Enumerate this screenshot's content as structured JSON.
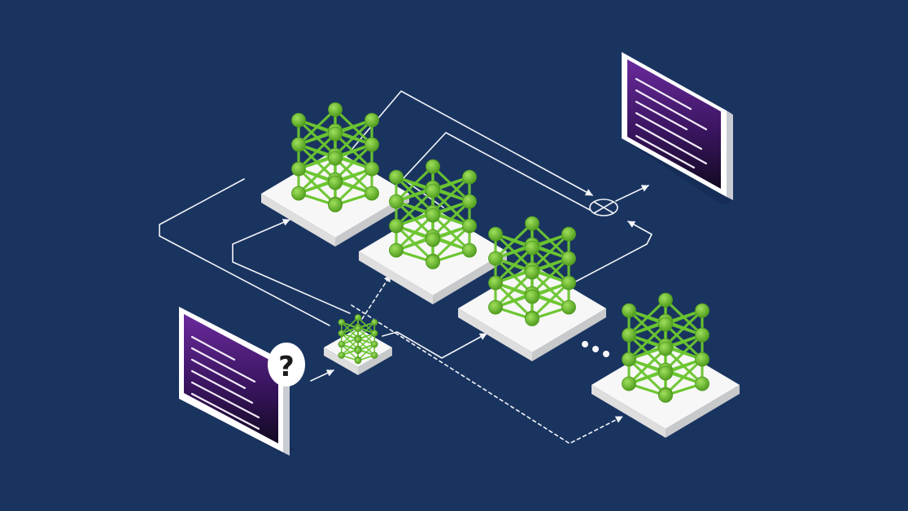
{
  "colors": {
    "background": "#1a3460",
    "connector": "#f3f5f8",
    "platform_top": "#f7f7f7",
    "platform_left": "#dedede",
    "platform_right": "#c8c9cb",
    "node_light": "#9fe05c",
    "node_dark": "#4d9a1c",
    "edge": "#6cc630",
    "screen_purple": "#6a2a9c",
    "screen_dark": "#120a22",
    "screen_lines": "#f1eaf7",
    "monitor_frame_front": "#ffffff",
    "monitor_frame_side": "#c9ccd2"
  },
  "icons": {
    "input_monitor": "monitor-icon",
    "output_monitor": "monitor-icon",
    "question_bubble": "question-bubble-icon",
    "router": "small-network-icon",
    "combiner": "circle-x-combiner-icon",
    "expert": "neural-network-icon",
    "continuation": "ellipsis-icon"
  },
  "question_mark": "?",
  "experts": [
    {
      "id": "expert-1"
    },
    {
      "id": "expert-2"
    },
    {
      "id": "expert-3"
    },
    {
      "id": "expert-4"
    }
  ]
}
